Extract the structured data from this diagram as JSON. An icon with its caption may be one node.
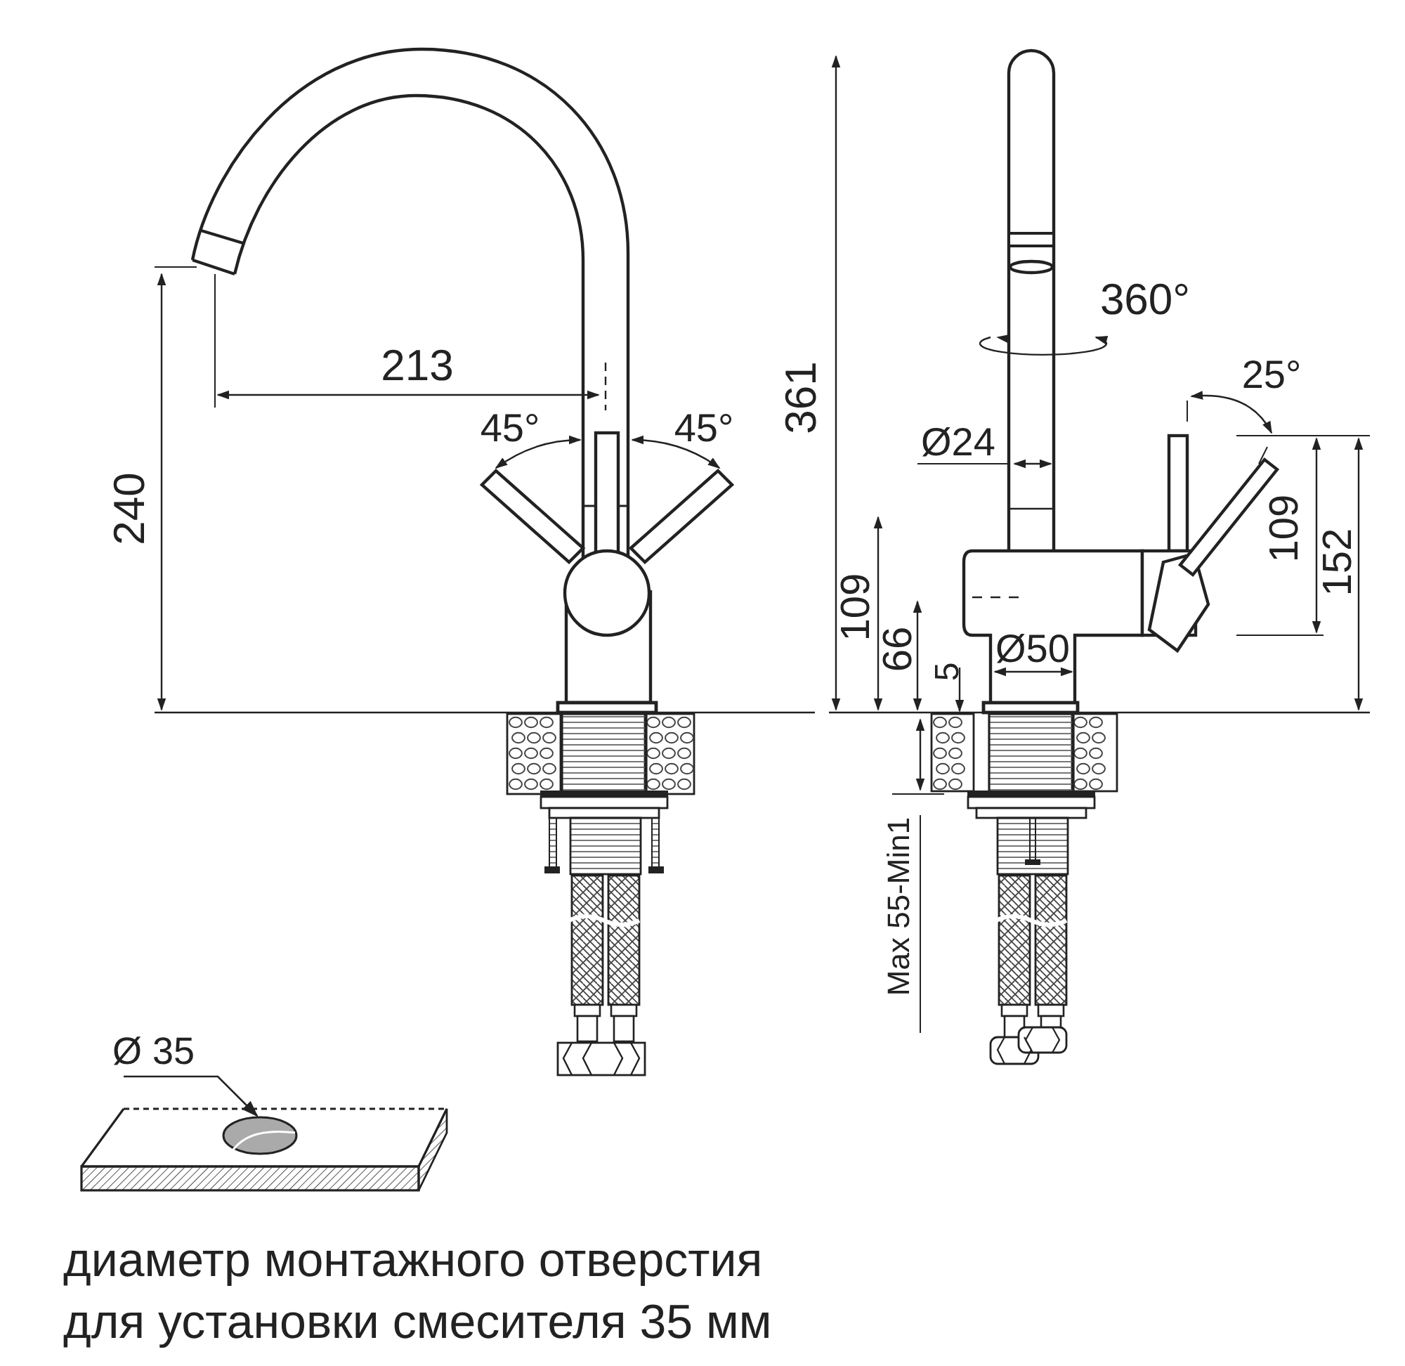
{
  "diagram": {
    "caption": "диаметр монтажного отверстия для установки смесителя 35 мм",
    "nodes": [
      {
        "text": [
          "Ø 35"
        ]
      },
      {
        "text": [],
        "shape": "circle"
      }
    ],
    "edges": [
      {
        "from": 0,
        "to": 1,
        "arrow": "to"
      }
    ],
    "labels": [
      "361",
      "360°",
      "213",
      "25°",
      "45°",
      "45°",
      "Ø24",
      "240",
      "109",
      "152",
      "109",
      "66",
      "5",
      "Ø50",
      "Max 55-Min1"
    ]
  }
}
